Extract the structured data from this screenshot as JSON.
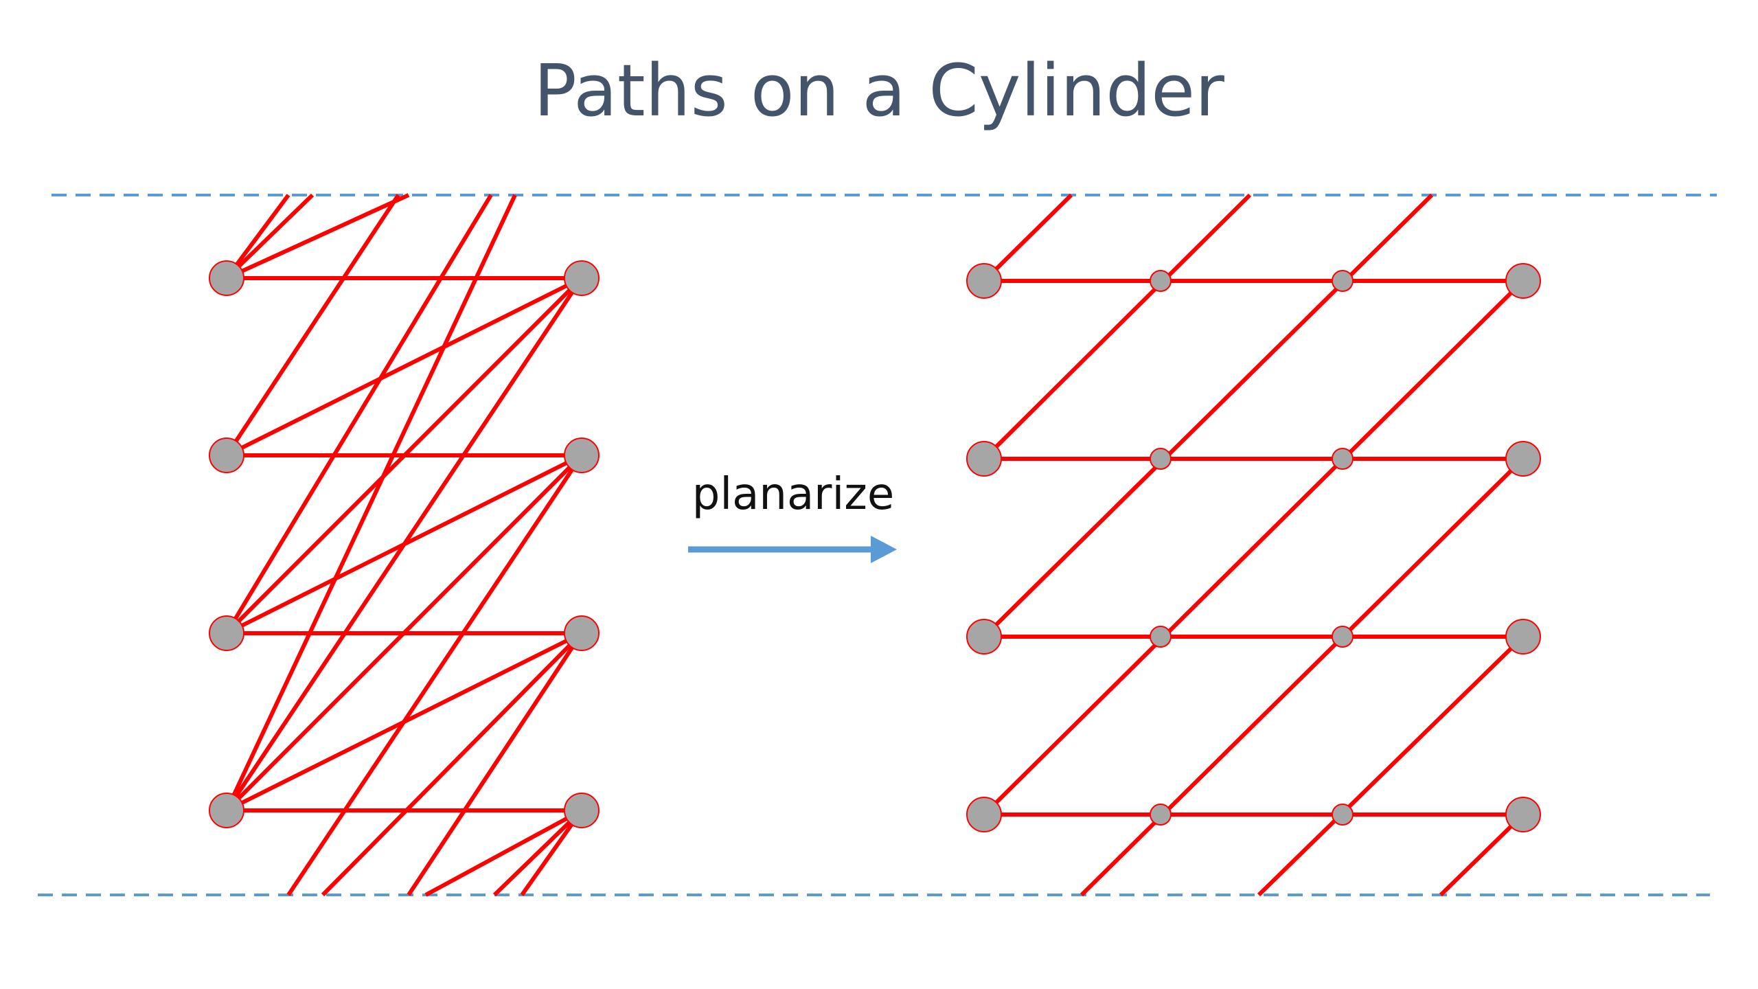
{
  "slide": {
    "title": "Paths on a Cylinder",
    "arrow_label": "planarize"
  },
  "colors": {
    "title": "#44546a",
    "edge": "#ff0000",
    "vertex_fill": "#a6a6a6",
    "vertex_stroke": "#ff0000",
    "boundary": "#5b9bd5",
    "arrow": "#5b9bd5"
  },
  "left_graph": {
    "left_column_vertices": 4,
    "right_column_vertices": 4,
    "crossing_edges_drawn": true
  },
  "right_graph": {
    "rows": 4,
    "columns": 4,
    "crossing_vertices_per_row": 2
  }
}
